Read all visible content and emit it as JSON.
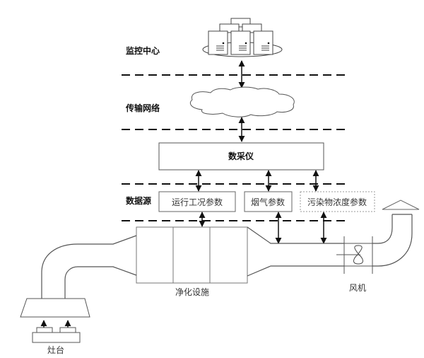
{
  "layers": {
    "monitoring_center": "监控中心",
    "transmission_network": "传输网络",
    "data_source": "数据源"
  },
  "data_collector": "数采仪",
  "sources": [
    {
      "label": "运行工况参数",
      "border": "solid"
    },
    {
      "label": "烟气参数",
      "border": "solid"
    },
    {
      "label": "污染物浓度参数",
      "border": "dotted"
    }
  ],
  "equipment": {
    "purifier": "净化设施",
    "fan": "风机",
    "stove": "灶台"
  },
  "icons": [
    "server-cluster-icon",
    "cloud-icon",
    "fan-icon",
    "exhaust-hood-icon",
    "rain-cap-icon"
  ]
}
